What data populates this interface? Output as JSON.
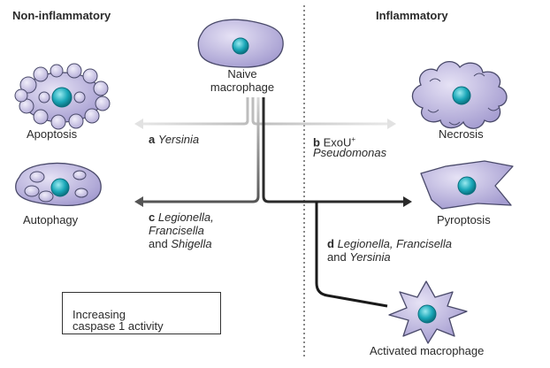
{
  "headers": {
    "left": "Non-inflammatory",
    "right": "Inflammatory"
  },
  "cells": {
    "naive": "Naive macrophage",
    "apoptosis": "Apoptosis",
    "autophagy": "Autophagy",
    "necrosis": "Necrosis",
    "pyroptosis": "Pyroptosis",
    "activated": "Activated macrophage"
  },
  "pathways": {
    "a": {
      "letter": "a",
      "text": "Yersinia"
    },
    "b": {
      "letter": "b",
      "text_line1": "ExoU",
      "superscript": "+",
      "text_line2": "Pseudomonas"
    },
    "c": {
      "letter": "c",
      "text_line1": "Legionella,",
      "text_line2": "Francisella",
      "text_line3_plain": "and ",
      "text_line3_italic": "Shigella"
    },
    "d": {
      "letter": "d",
      "text_line1": "Legionella, Francisella",
      "text_line2_plain": "and ",
      "text_line2_italic": "Yersinia"
    }
  },
  "legend": {
    "line1": "Increasing",
    "line2": "caspase 1 activity"
  },
  "colors": {
    "cell_fill": "#b9b3d9",
    "cell_stroke": "#4a4a6a",
    "nucleus": "#1aa7b8",
    "nucleus_highlight": "#8fe3ea",
    "arrow_light": "#c8c8c8",
    "arrow_dark": "#2a2a2a",
    "divider": "#555555"
  }
}
